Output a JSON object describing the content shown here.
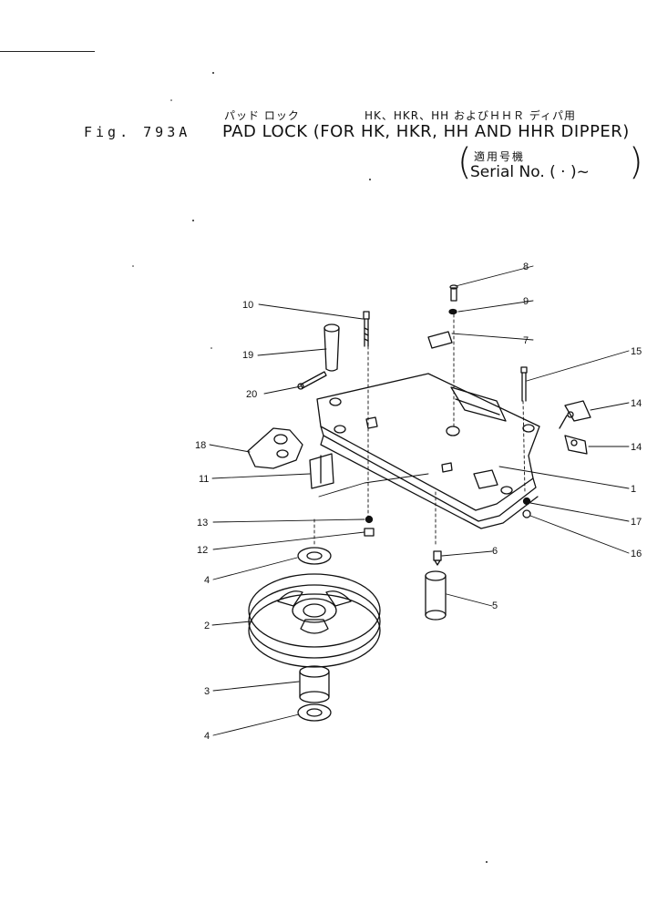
{
  "header": {
    "jp_pad_lock": "パッド ロック",
    "jp_models": "HK、HKR、HH およびＨＨＲ ディパ用",
    "fig_label": "Fig. 793A",
    "title": "PAD LOCK (FOR HK, HKR, HH AND HHR DIPPER)",
    "serial_jp": "適用号機",
    "serial_label": "Serial No. (  ·  )~"
  },
  "callouts": [
    "1",
    "2",
    "3",
    "4",
    "4",
    "5",
    "6",
    "7",
    "8",
    "9",
    "10",
    "11",
    "12",
    "13",
    "14",
    "14",
    "15",
    "16",
    "17",
    "18",
    "19",
    "20"
  ],
  "colors": {
    "ink": "#111111",
    "paper": "#ffffff"
  }
}
